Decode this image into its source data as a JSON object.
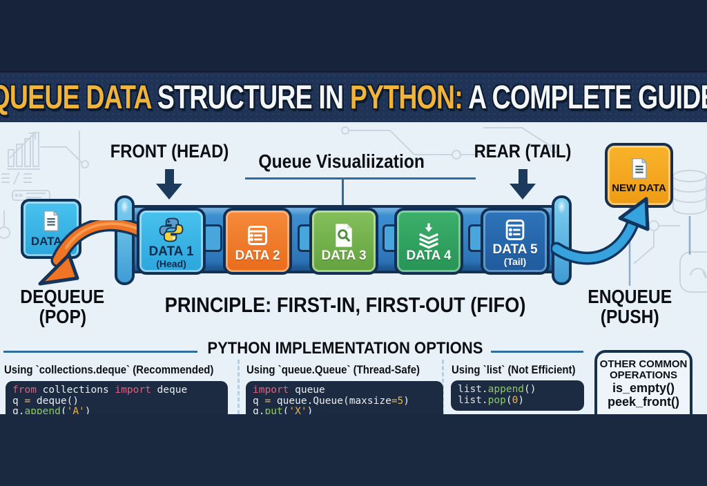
{
  "title": {
    "p1": "QUEUE DATA",
    "p2": " STRUCTURE IN ",
    "p3": "PYTHON:",
    "p4": " A COMPLETE GUIDE"
  },
  "labels": {
    "front": "FRONT (HEAD)",
    "viz": "Queue Visualiization",
    "rear": "REAR (TAIL)",
    "dequeue1": "DEQUEUE",
    "dequeue2": "(POP)",
    "enqueue1": "ENQUEUE",
    "enqueue2": "(PUSH)",
    "principle": "PRINCIPLE: FIRST-IN, FIRST-OUT (FIFO)",
    "section": "PYTHON IMPLEMENTATION OPTIONS"
  },
  "queue": {
    "outside_front": {
      "label": "DATA 1",
      "icon": "document-icon"
    },
    "slots": [
      {
        "label": "DATA 1",
        "sublabel": "(Head)",
        "icon": "python-logo-icon",
        "color": "#3cb8e9"
      },
      {
        "label": "DATA 2",
        "sublabel": "",
        "icon": "form-icon",
        "color": "#f0792c"
      },
      {
        "label": "DATA 3",
        "sublabel": "",
        "icon": "search-document-icon",
        "color": "#6fb14c"
      },
      {
        "label": "DATA 4",
        "sublabel": "",
        "icon": "stack-download-icon",
        "color": "#33a35f"
      },
      {
        "label": "DATA 5",
        "sublabel": "(Tail)",
        "icon": "list-icon",
        "color": "#2a6ab0"
      }
    ],
    "new_data": {
      "label": "NEW DATA",
      "icon": "document-icon",
      "color": "#f6a71c"
    }
  },
  "impl": {
    "columns": [
      {
        "heading": "Using `collections.deque` (Recommended)",
        "code": [
          [
            {
              "t": "from",
              "c": "kw"
            },
            {
              "t": " collections ",
              "c": "pl"
            },
            {
              "t": "import",
              "c": "kw"
            },
            {
              "t": " deque",
              "c": "pl"
            }
          ],
          [
            {
              "t": "q ",
              "c": "pl"
            },
            {
              "t": "=",
              "c": "op"
            },
            {
              "t": " deque()",
              "c": "pl"
            }
          ],
          [
            {
              "t": "q.",
              "c": "pl"
            },
            {
              "t": "append",
              "c": "fn"
            },
            {
              "t": "(",
              "c": "pl"
            },
            {
              "t": "'A'",
              "c": "st"
            },
            {
              "t": ")",
              "c": "pl"
            }
          ]
        ]
      },
      {
        "heading": "Using `queue.Queue` (Thread-Safe)",
        "code": [
          [
            {
              "t": "import",
              "c": "kw"
            },
            {
              "t": " queue",
              "c": "pl"
            }
          ],
          [
            {
              "t": "q ",
              "c": "pl"
            },
            {
              "t": "=",
              "c": "op"
            },
            {
              "t": " queue.Queue(maxsize",
              "c": "pl"
            },
            {
              "t": "=",
              "c": "op"
            },
            {
              "t": "5",
              "c": "num"
            },
            {
              "t": ")",
              "c": "pl"
            }
          ],
          [
            {
              "t": "q.",
              "c": "pl"
            },
            {
              "t": "put",
              "c": "fn"
            },
            {
              "t": "(",
              "c": "pl"
            },
            {
              "t": "'X'",
              "c": "st"
            },
            {
              "t": ")",
              "c": "pl"
            }
          ]
        ]
      },
      {
        "heading": "Using `list` (Not Efficient)",
        "code": [
          [
            {
              "t": "list",
              "c": "pl2"
            },
            {
              "t": ".",
              "c": "pl"
            },
            {
              "t": "append",
              "c": "fn"
            },
            {
              "t": "()",
              "c": "pl"
            }
          ],
          [
            {
              "t": "list",
              "c": "pl2"
            },
            {
              "t": ".",
              "c": "pl"
            },
            {
              "t": "pop",
              "c": "fn"
            },
            {
              "t": "(",
              "c": "pl"
            },
            {
              "t": "0",
              "c": "num"
            },
            {
              "t": ")",
              "c": "pl"
            }
          ]
        ]
      }
    ],
    "other": {
      "title1": "OTHER COMMON",
      "title2": "OPERATIONS",
      "items": [
        "is_empty()",
        "peek_front()"
      ]
    }
  },
  "colors": {
    "accent_yellow": "#f0b43c",
    "navy_dark": "#16233a",
    "banner_navy": "#1e3356",
    "content_bg": "#e9f1f8",
    "queue_tube_blue": "#2f7dc4",
    "code_bg": "#1c2b42",
    "code_keyword": "#e0607e",
    "code_function": "#8fc768",
    "code_literal": "#e8b44c",
    "dequeue_arrow_orange": "#ef7423",
    "enqueue_arrow_blue": "#36a3df"
  },
  "decor_icons": [
    "bar-chart-icon",
    "circuit-lines-icon",
    "database-icon",
    "spreadsheet-icon",
    "loop-box-icon"
  ]
}
